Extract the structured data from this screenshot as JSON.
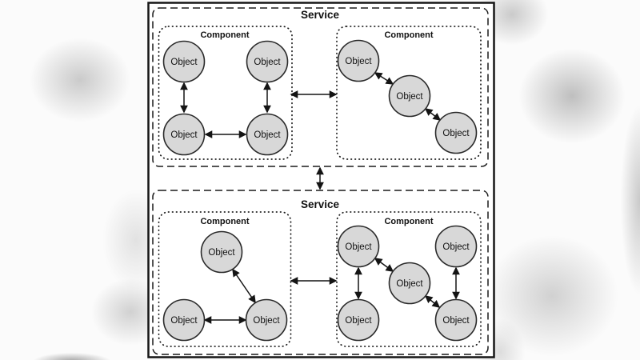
{
  "colors": {
    "panel_background": "#ffffff",
    "panel_border": "#161616",
    "node_fill": "#d8d8d8",
    "node_border": "#2a2a2a",
    "line": "#141414",
    "text": "#111111"
  },
  "services": [
    {
      "title": "Service",
      "components": [
        {
          "title": "Component",
          "objects": [
            {
              "label": "Object"
            },
            {
              "label": "Object"
            },
            {
              "label": "Object"
            },
            {
              "label": "Object"
            }
          ],
          "edges": [
            {
              "from": 0,
              "to": 2,
              "bidirectional": true
            },
            {
              "from": 1,
              "to": 3,
              "bidirectional": true
            },
            {
              "from": 2,
              "to": 3,
              "bidirectional": true
            }
          ]
        },
        {
          "title": "Component",
          "objects": [
            {
              "label": "Object"
            },
            {
              "label": "Object"
            },
            {
              "label": "Object"
            }
          ],
          "edges": [
            {
              "from": 0,
              "to": 1,
              "bidirectional": true
            },
            {
              "from": 1,
              "to": 2,
              "bidirectional": true
            }
          ]
        }
      ],
      "component_link": {
        "between": [
          0,
          1
        ],
        "bidirectional": true
      }
    },
    {
      "title": "Service",
      "components": [
        {
          "title": "Component",
          "objects": [
            {
              "label": "Object"
            },
            {
              "label": "Object"
            },
            {
              "label": "Object"
            }
          ],
          "edges": [
            {
              "from": 0,
              "to": 2,
              "bidirectional": true
            },
            {
              "from": 1,
              "to": 2,
              "bidirectional": true
            }
          ]
        },
        {
          "title": "Component",
          "objects": [
            {
              "label": "Object"
            },
            {
              "label": "Object"
            },
            {
              "label": "Object"
            },
            {
              "label": "Object"
            },
            {
              "label": "Object"
            }
          ],
          "edges": [
            {
              "from": 0,
              "to": 3,
              "bidirectional": true
            },
            {
              "from": 0,
              "to": 2,
              "bidirectional": true
            },
            {
              "from": 2,
              "to": 4,
              "bidirectional": true
            },
            {
              "from": 1,
              "to": 4,
              "bidirectional": true
            }
          ]
        }
      ],
      "component_link": {
        "between": [
          0,
          1
        ],
        "bidirectional": true
      }
    }
  ],
  "service_link": {
    "between": [
      0,
      1
    ],
    "bidirectional": true
  }
}
